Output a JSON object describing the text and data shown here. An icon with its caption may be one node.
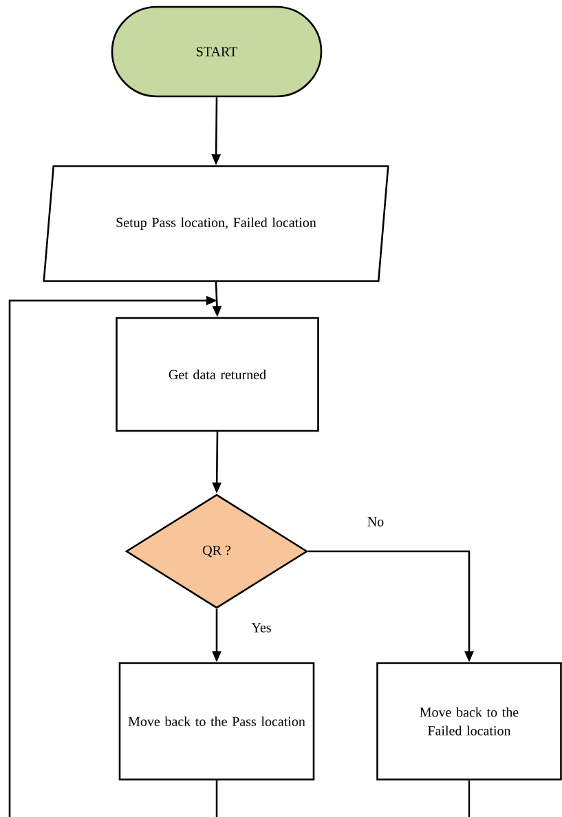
{
  "diagram": {
    "nodes": [
      {
        "text": [
          "START"
        ]
      },
      {
        "text": [
          "Setup Pass location, Failed location"
        ]
      },
      {
        "text": [
          "Get data returned"
        ]
      },
      {
        "text": [
          "QR ?"
        ]
      },
      {
        "text": [
          "Move back to the Pass location"
        ]
      },
      {
        "text": [
          "Move back to the Failed location"
        ]
      }
    ],
    "edges": [
      {
        "from": 0,
        "to": 1,
        "arrow": "to"
      },
      {
        "from": 1,
        "to": 2,
        "arrow": "to"
      },
      {
        "from": 2,
        "to": 3,
        "arrow": "to"
      },
      {
        "from": 3,
        "to": 4,
        "arrow": "to",
        "label": "Yes"
      },
      {
        "from": 3,
        "to": 5,
        "arrow": "to",
        "label": "No"
      },
      {
        "from": 4,
        "to": null,
        "arrow": "none"
      },
      {
        "from": 5,
        "to": null,
        "arrow": "none"
      },
      {
        "from": null,
        "to": 2,
        "arrow": "to"
      }
    ]
  }
}
